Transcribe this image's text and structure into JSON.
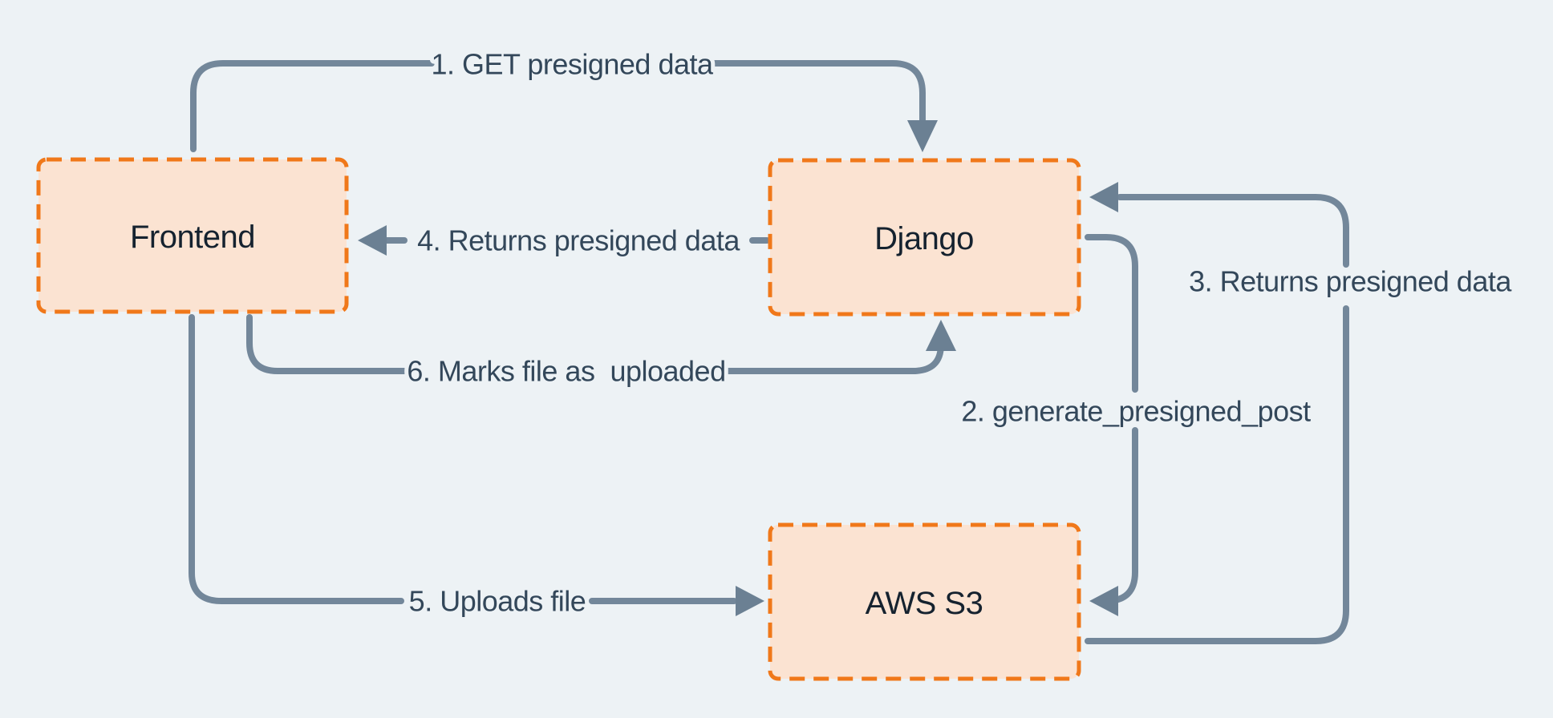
{
  "colors": {
    "bg": "#EDF2F5",
    "box_fill": "#FBE3D2",
    "box_border": "#F0781A",
    "line": "#73879A",
    "arrow": "#6B8093",
    "edge_text": "#33475A",
    "box_text": "#15222F"
  },
  "nodes": [
    {
      "id": "frontend",
      "label": "Frontend"
    },
    {
      "id": "django",
      "label": "Django"
    },
    {
      "id": "aws-s3",
      "label": "AWS S3"
    }
  ],
  "edges": [
    {
      "label": "1. GET presigned data",
      "from": "Frontend",
      "to": "Django"
    },
    {
      "label": "2. generate_presigned_post",
      "from": "Django",
      "to": "AWS S3"
    },
    {
      "label": "3. Returns presigned data",
      "from": "AWS S3",
      "to": "Django"
    },
    {
      "label": "4. Returns presigned data",
      "from": "Django",
      "to": "Frontend"
    },
    {
      "label": "5. Uploads file",
      "from": "Frontend",
      "to": "AWS S3"
    },
    {
      "label": "6. Marks file as  uploaded",
      "from": "Frontend",
      "to": "Django"
    }
  ]
}
